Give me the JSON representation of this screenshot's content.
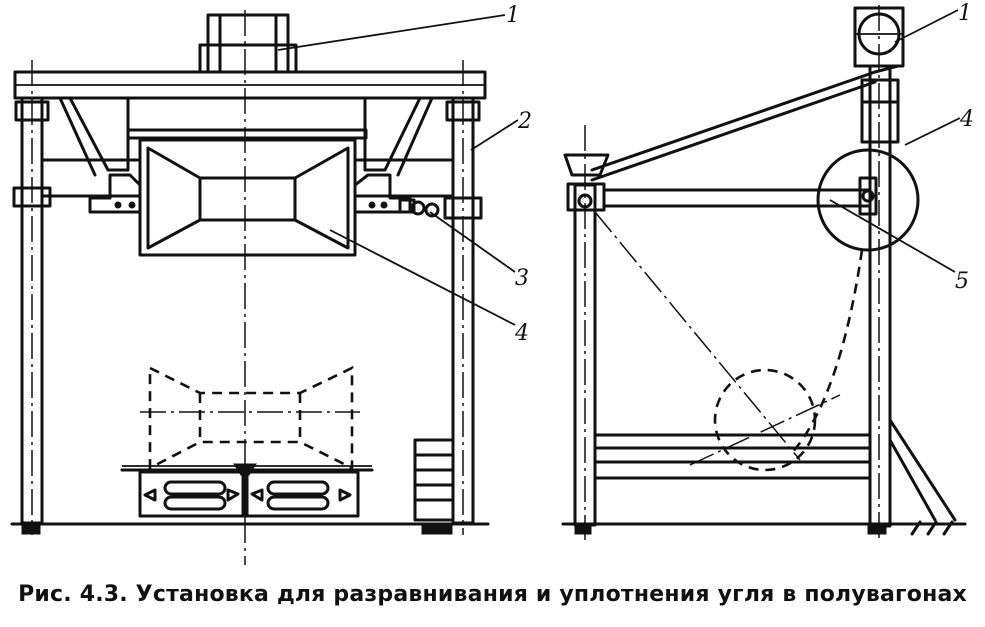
{
  "figure": {
    "caption": "Рис. 4.3. Установка для разравнивания и уплотнения угля в полувагонах",
    "left_view_labels": {
      "l1": "1",
      "l2": "2",
      "l3": "3",
      "l4": "4"
    },
    "right_view_labels": {
      "l1": "1",
      "l4": "4",
      "l5": "5"
    }
  }
}
